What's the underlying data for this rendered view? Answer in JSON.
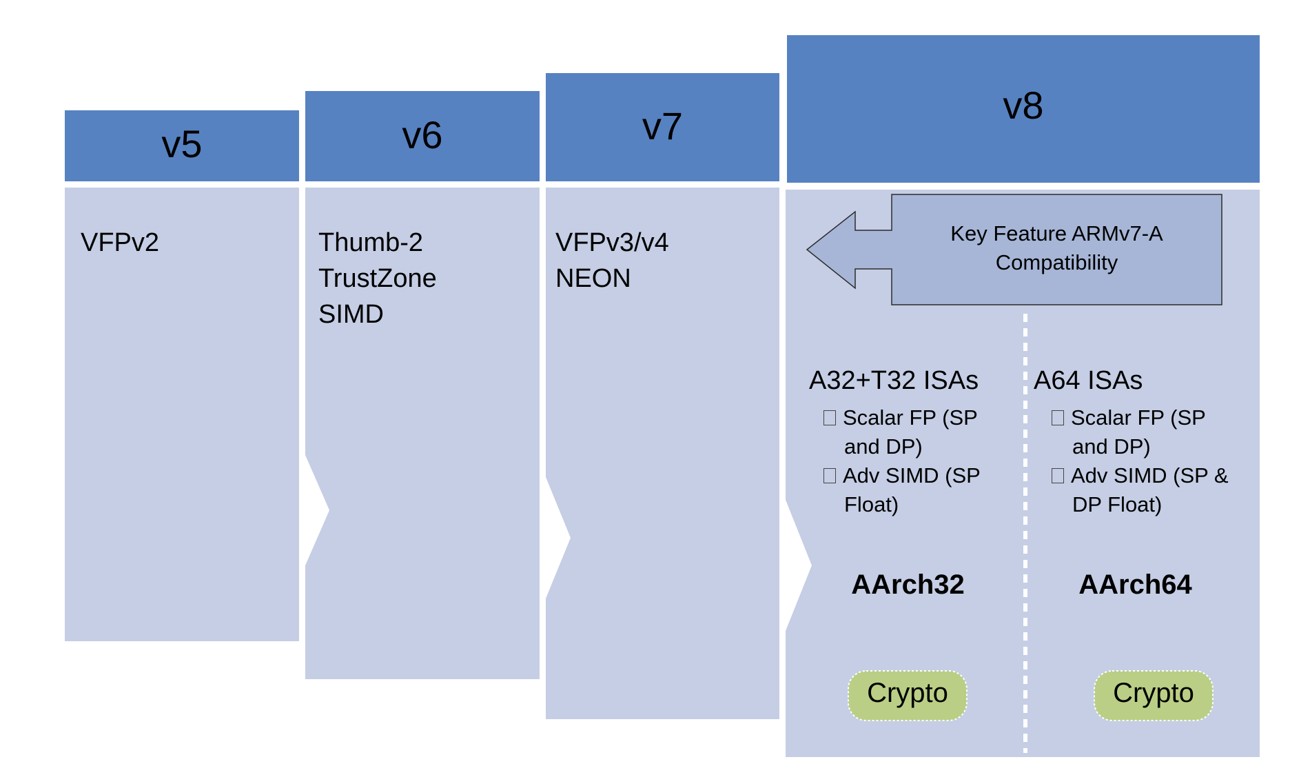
{
  "columns": [
    {
      "version": "v5",
      "features": [
        "VFPv2"
      ]
    },
    {
      "version": "v6",
      "features": [
        "Thumb-2",
        "TrustZone",
        "SIMD"
      ]
    },
    {
      "version": "v7",
      "features": [
        "VFPv3/v4",
        "NEON"
      ]
    },
    {
      "version": "v8",
      "features": []
    }
  ],
  "v8": {
    "key_feature": [
      "Key Feature ARMv7-A",
      "Compatibility"
    ],
    "left": {
      "title": "A32+T32 ISAs",
      "bullets": [
        [
          "Scalar FP (SP",
          "and DP)"
        ],
        [
          "Adv SIMD (SP",
          "Float)"
        ]
      ],
      "arch": "AArch32",
      "crypto": "Crypto"
    },
    "right": {
      "title": "A64 ISAs",
      "bullets": [
        [
          "Scalar FP (SP",
          "and DP)"
        ],
        [
          "Adv SIMD (SP &",
          "DP Float)"
        ]
      ],
      "arch": "AArch64",
      "crypto": "Crypto"
    }
  },
  "colors": {
    "header": "#5782c1",
    "body": "#c5cee4",
    "arrow_fill": "#a7b6d7",
    "crypto": "#bacf85",
    "divider": "#ffffff"
  }
}
